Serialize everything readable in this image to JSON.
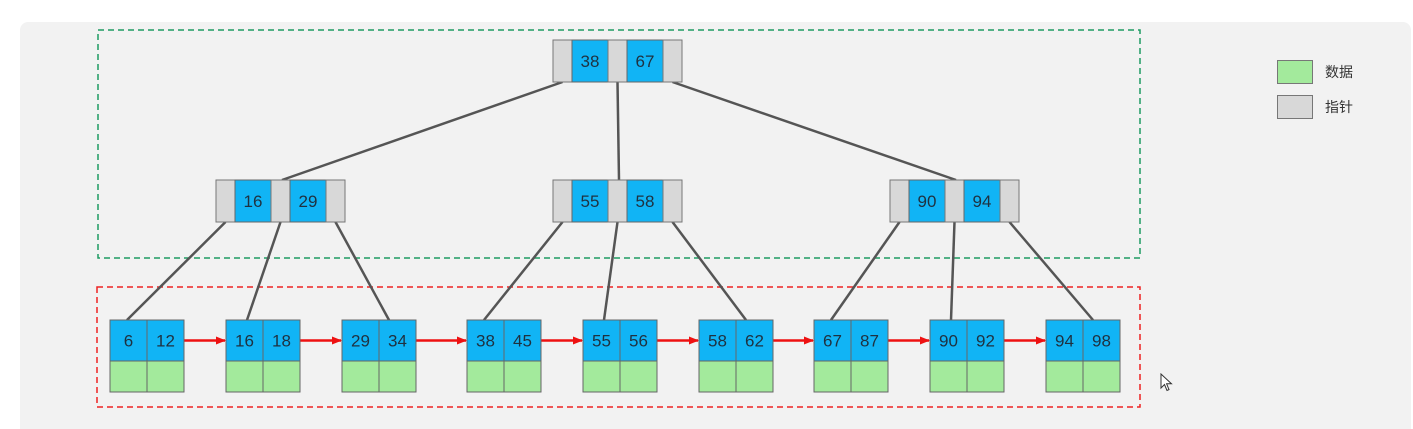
{
  "colors": {
    "key": "#11b4f5",
    "pointer": "#d8d8d8",
    "data": "#a3ea9c",
    "edge": "#555555",
    "link_arrow": "#ee1111",
    "internal_region": "#1e9b62",
    "leaf_region": "#ee2222"
  },
  "legend": [
    {
      "label": "数据",
      "kind": "data"
    },
    {
      "label": "指针",
      "kind": "pointer"
    }
  ],
  "tree": {
    "root": {
      "keys": [
        "38",
        "67"
      ]
    },
    "internal": [
      {
        "keys": [
          "16",
          "29"
        ]
      },
      {
        "keys": [
          "55",
          "58"
        ]
      },
      {
        "keys": [
          "90",
          "94"
        ]
      }
    ],
    "leaves": [
      {
        "keys": [
          "6",
          "12"
        ]
      },
      {
        "keys": [
          "16",
          "18"
        ]
      },
      {
        "keys": [
          "29",
          "34"
        ]
      },
      {
        "keys": [
          "38",
          "45"
        ]
      },
      {
        "keys": [
          "55",
          "56"
        ]
      },
      {
        "keys": [
          "58",
          "62"
        ]
      },
      {
        "keys": [
          "67",
          "87"
        ]
      },
      {
        "keys": [
          "90",
          "92"
        ]
      },
      {
        "keys": [
          "94",
          "98"
        ]
      }
    ]
  },
  "icons": {
    "cursor": "mouse-pointer-icon"
  }
}
